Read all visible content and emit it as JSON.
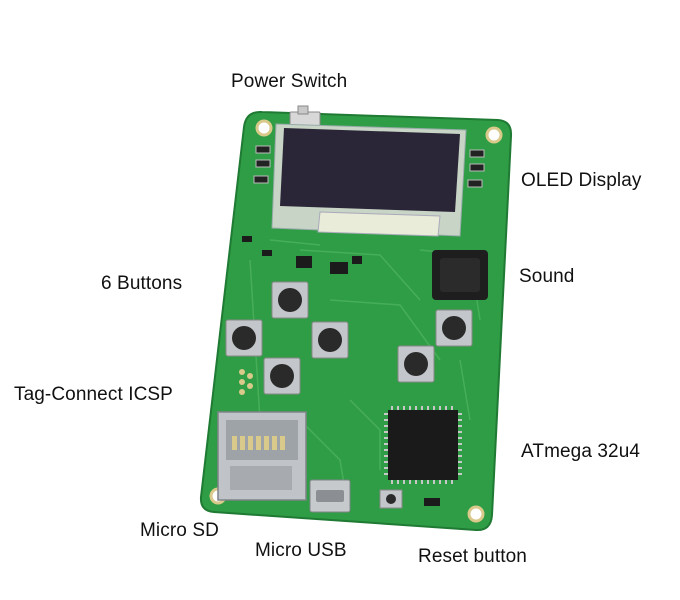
{
  "labels": {
    "power_switch": "Power Switch",
    "oled_display": "OLED Display",
    "six_buttons": "6 Buttons",
    "sound": "Sound",
    "tag_connect": "Tag-Connect ICSP",
    "atmega": "ATmega 32u4",
    "micro_sd": "Micro SD",
    "micro_usb": "Micro USB",
    "reset_button": "Reset button"
  },
  "colors": {
    "pcb": "#2f9d45",
    "pcb_dark": "#1f7a33",
    "silk": "#e8f5e8",
    "oled": "#2a2638",
    "metal": "#b9bcc0"
  }
}
